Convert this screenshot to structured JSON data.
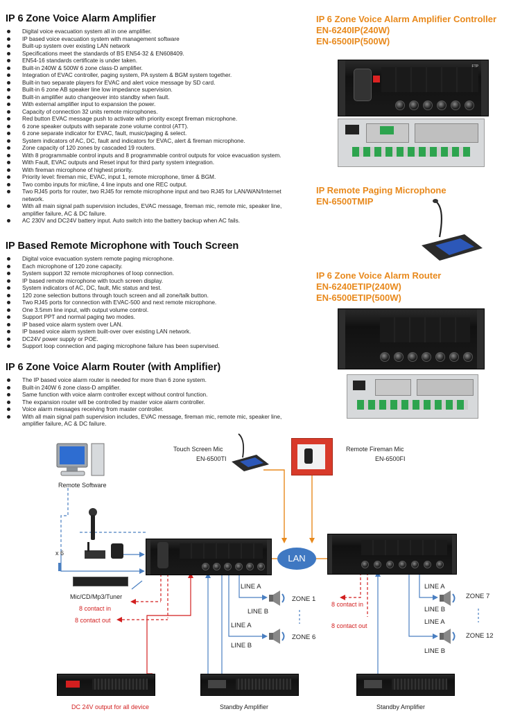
{
  "left_col": {
    "amp_title": "IP 6 Zone Voice Alarm Amplifier",
    "amp_features": [
      "Digital voice evacuation system all in one amplifier.",
      "IP based voice evacuation system with management software",
      "Built-up system over existing LAN network",
      "Specifications meet the standards of BS EN54-32 & EN608409.",
      "EN54-16 standards certificate is under taken.",
      "Built-in 240W & 500W 6 zone class-D amplifier.",
      "Integration of EVAC controller, paging system, PA system & BGM system together.",
      "Built-in two separate players for EVAC and alert voice message by SD card.",
      "Built-in 6 zone AB speaker line low impedance supervision.",
      "Built-in amplifier auto changeover into standby when fault.",
      "With external amplifier input to expansion the power.",
      "Capacity of connection 32 units remote microphones.",
      "Red button EVAC message push to activate with priority except fireman microphone.",
      "6 zone speaker outputs with separate zone volume control (ATT).",
      "6 zone separate indicator for EVAC, fault, music/paging & select.",
      "System indicators of AC, DC, fault and indicators for EVAC, alert & fireman microphone.",
      "Zone capacity of 120 zones by cascaded 19 routers.",
      "With 8 programmable control inputs and 8 programmable control outputs for voice evacuation system.",
      "With Fault, EVAC outputs and Reset input for third party system integration.",
      "With fireman microphone of highest priority.",
      "Priority level: fireman mic, EVAC, input 1, remote microphone, timer & BGM.",
      "Two combo inputs for mic/line, 4 line inputs and one REC output.",
      "Two RJ45 ports for router, two RJ45 for remote microphone input and two RJ45 for LAN/WAN/Internet network.",
      "With all main signal path supervision includes, EVAC message, fireman mic, remote mic, speaker line, amplifier failure, AC & DC failure.",
      "AC 230V and DC24V battery input. Auto switch into the battery backup when AC fails."
    ],
    "mic_title": "IP Based Remote Microphone with Touch Screen",
    "mic_features": [
      "Digital voice evacuation system remote paging microphone.",
      "Each microphone of 120 zone capacity.",
      "System support 32 remote microphones of loop connection.",
      "IP based remote microphone with touch screen display.",
      "System indicators of AC, DC, fault, Mic status and test.",
      "120 zone selection buttons through touch screen and all zone/talk button.",
      "Two RJ45 ports for connection with EVAC-500 and next remote microphone.",
      "One 3.5mm line input, with output volume control.",
      "Support PPT and normal paging two modes.",
      "IP based voice alarm system over LAN.",
      "IP based voice alarm system built-over over existing LAN network.",
      "DC24V power supply or POE.",
      "Support loop connection and paging microphone failure has been supervised."
    ],
    "router_title": "IP 6 Zone Voice Alarm Router (with Amplifier)",
    "router_features": [
      "The IP based voice alarm router is needed for more than 6 zone system.",
      "Built-in 240W 6 zone class-D amplifier.",
      "Same function with voice alarm controller except without control function.",
      "The expansion router will be controlled by master voice alarm controller.",
      "Voice alarm messages receiving from master controller.",
      "With all main signal path supervision includes, EVAC message, fireman mic, remote mic, speaker line, amplifier failure, AC & DC failure."
    ]
  },
  "right_col": {
    "controller_title": "IP 6 Zone Voice Alarm Amplifier Controller",
    "controller_model_1": "EN-6240IP(240W)",
    "controller_model_2": "EN-6500IP(500W)",
    "paging_title": "IP Remote Paging Microphone",
    "paging_model": "EN-6500TMIP",
    "router_title": "IP 6 Zone Voice Alarm Router",
    "router_model_1": "EN-6240ETIP(240W)",
    "router_model_2": "EN-6500ETIP(500W)"
  },
  "diagram": {
    "touch_mic_label": "Touch Screen Mic",
    "touch_mic_model": "EN-6500TI",
    "fireman_label": "Remote Fireman Mic",
    "fireman_model": "EN-6500FI",
    "software_label": "Remote Software",
    "x6": "x 6",
    "lan": "LAN",
    "source_label": "Mic/CD/Mp3/Tuner",
    "contact_in": "8 contact in",
    "contact_out": "8 contact out",
    "line_a": "LINE A",
    "line_b": "LINE B",
    "zone_1": "ZONE 1",
    "zone_6": "ZONE 6",
    "zone_7": "ZONE 7",
    "zone_12": "ZONE 12",
    "dc_output": "DC 24V output for all device",
    "standby_amp": "Standby Amplifier",
    "panel_brand": "FTP"
  },
  "colors": {
    "orange": "#e8891c",
    "red": "#d21f1f",
    "blue": "#4a7fc1",
    "lan_fill": "#3f78c2"
  }
}
